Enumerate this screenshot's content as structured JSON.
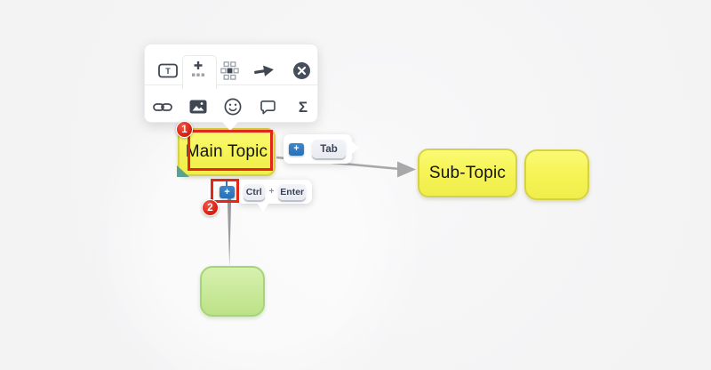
{
  "app": {
    "view": "mind-map-canvas"
  },
  "toolbar": {
    "row1_icons": [
      {
        "name": "topic-shape-icon",
        "glyph": "T"
      },
      {
        "name": "add-subnode-icon",
        "selected": true
      },
      {
        "name": "structure-icon"
      },
      {
        "name": "relation-arrow-icon"
      },
      {
        "name": "close-icon"
      }
    ],
    "row2_icons": [
      {
        "name": "link-icon"
      },
      {
        "name": "image-icon"
      },
      {
        "name": "emoji-icon"
      },
      {
        "name": "comment-icon"
      },
      {
        "name": "summary-icon",
        "glyph": "Σ"
      }
    ]
  },
  "nodes": {
    "main_topic": {
      "label": "Main Topic",
      "color": "#f6f457"
    },
    "sub_topic": {
      "label": "Sub-Topic",
      "color": "#f6f457"
    },
    "empty_topic": {
      "label": "",
      "color": "#f6f457"
    },
    "green_topic": {
      "label": "",
      "color": "#bce287"
    }
  },
  "buttons": {
    "add_child_label": "+",
    "add_sibling_label": "+"
  },
  "tooltips": {
    "tab": {
      "key": "Tab"
    },
    "ctrl_enter": {
      "key1": "Ctrl",
      "separator": "+",
      "key2": "Enter"
    }
  },
  "annotations": {
    "step1_label": "1",
    "step2_label": "2",
    "accent_red": "#e02718"
  },
  "colors": {
    "node_yellow_border": "#d5d246",
    "node_green_border": "#a6d577",
    "button_blue": "#2f7abe",
    "connector_gray": "#a8a8ab",
    "toolbar_icon": "#3f4753"
  }
}
